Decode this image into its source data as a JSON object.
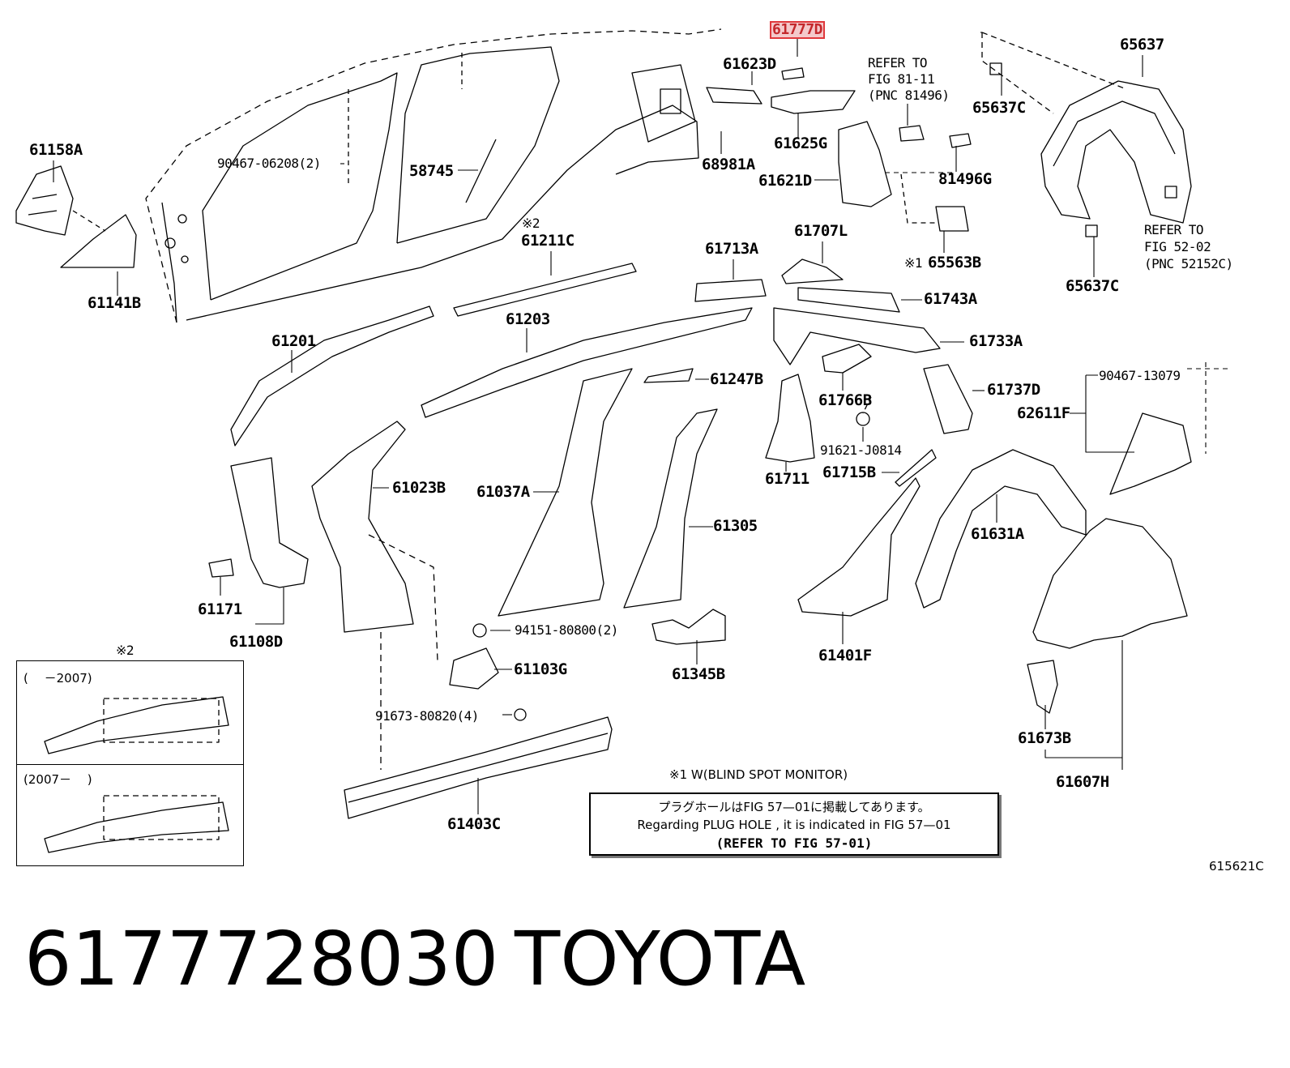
{
  "diagram": {
    "highlighted_part": "61777D",
    "labels": {
      "p61777D": "61777D",
      "p61623D": "61623D",
      "refer_81_line1": "REFER TO",
      "refer_81_line2": "FIG 81-11",
      "refer_81_line3": "(PNC 81496)",
      "p65637": "65637",
      "p65637C_a": "65637C",
      "p61158A": "61158A",
      "p90467_06208": "90467-06208(2)",
      "p58745": "58745",
      "p68981A": "68981A",
      "p61625G": "61625G",
      "p61621D": "61621D",
      "p81496G": "81496G",
      "p61141B": "61141B",
      "note_x2_a": "※2",
      "p61211C": "61211C",
      "p61713A": "61713A",
      "p61707L": "61707L",
      "note_x1_a": "※1",
      "p65563B": "65563B",
      "refer_52_line1": "REFER TO",
      "refer_52_line2": "FIG 52-02",
      "refer_52_line3": "(PNC 52152C)",
      "p65637C_b": "65637C",
      "p61743A": "61743A",
      "p61201": "61201",
      "p61203": "61203",
      "p61733A": "61733A",
      "p61247B": "61247B",
      "p61766B": "61766B",
      "p61737D": "61737D",
      "p90467_13079": "90467-13079",
      "p62611F": "62611F",
      "p91621_J0814": "91621-J0814",
      "p61023B": "61023B",
      "p61037A": "61037A",
      "p61711": "61711",
      "p61715B": "61715B",
      "p61631A": "61631A",
      "p61305": "61305",
      "p61171": "61171",
      "p61108D": "61108D",
      "p94151_80800": "94151-80800(2)",
      "p61401F": "61401F",
      "p61103G": "61103G",
      "p61345B": "61345B",
      "p91673_80820": "91673-80820(4)",
      "p61673B": "61673B",
      "p61403C": "61403C",
      "p61607H": "61607H",
      "note_x2_b": "※2",
      "note_x1_b": "※1 W(BLIND SPOT MONITOR)",
      "illustration_id": "615621C"
    },
    "inset": {
      "row1": "(　 －2007)",
      "row2": "(2007－　 )"
    },
    "reference_box": {
      "line1": "プラグホールはFIG 57—01に掲載してあります。",
      "line2": "Regarding  PLUG  HOLE , it is indicated in FIG  57—01",
      "line3": "(REFER TO FIG 57-01)"
    }
  },
  "footer": {
    "part_number": "6177728030",
    "brand": "TOYOTA"
  },
  "colors": {
    "highlight_border": "#e0383c",
    "highlight_fill": "#f4c9cb",
    "line": "#000000",
    "background": "#ffffff"
  }
}
